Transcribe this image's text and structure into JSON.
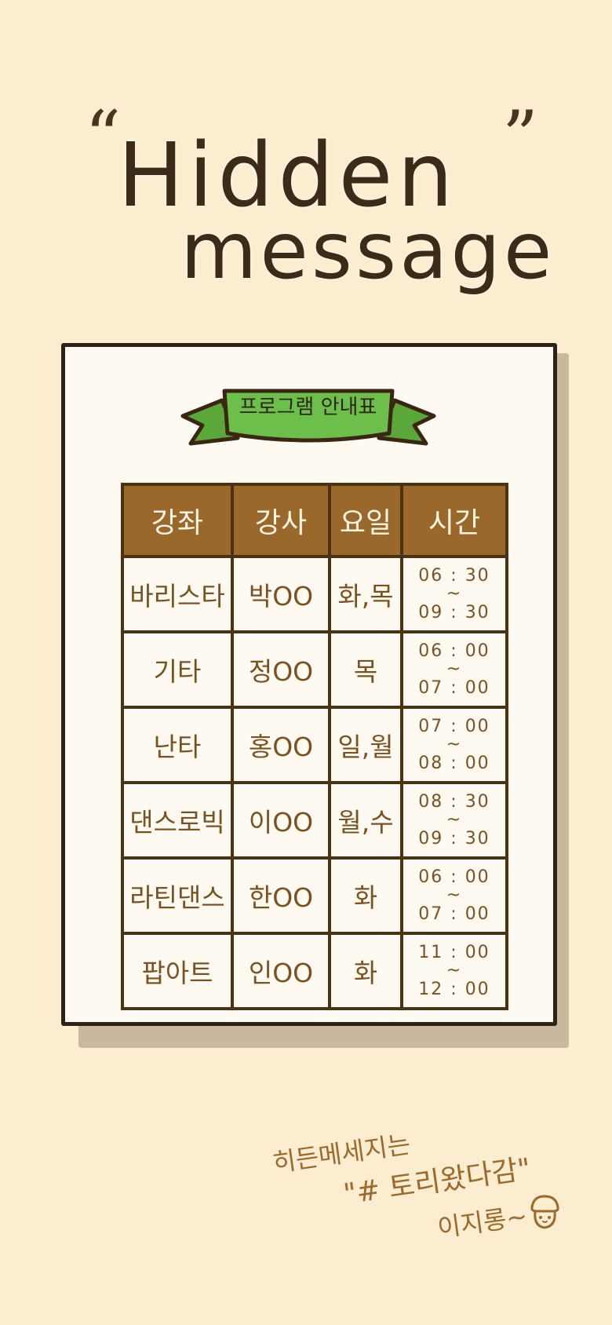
{
  "title": {
    "open_quote": "“",
    "close_quote": "”",
    "line1": "Hidden",
    "line2": "message"
  },
  "banner": {
    "label": "프로그램 안내표"
  },
  "schedule": {
    "headers": [
      "강좌",
      "강사",
      "요일",
      "시간"
    ],
    "rows": [
      {
        "course": "바리스타",
        "teacher": "박OO",
        "day": "화,목",
        "start": "06 : 30",
        "sep": "~",
        "end": "09 : 30"
      },
      {
        "course": "기타",
        "teacher": "정OO",
        "day": "목",
        "start": "06 : 00",
        "sep": "~",
        "end": "07 : 00"
      },
      {
        "course": "난타",
        "teacher": "홍OO",
        "day": "일,월",
        "start": "07 : 00",
        "sep": "~",
        "end": "08 : 00"
      },
      {
        "course": "댄스로빅",
        "teacher": "이OO",
        "day": "월,수",
        "start": "08 : 30",
        "sep": "~",
        "end": "09 : 30"
      },
      {
        "course": "라틴댄스",
        "teacher": "한OO",
        "day": "화",
        "start": "06 : 00",
        "sep": "~",
        "end": "07 : 00"
      },
      {
        "course": "팝아트",
        "teacher": "인OO",
        "day": "화",
        "start": "11 : 00",
        "sep": "~",
        "end": "12 : 00"
      }
    ]
  },
  "note": {
    "line1": "히든메세지는",
    "line2": "\"# 토리왔다감\"",
    "line3": "이지롱~"
  },
  "colors": {
    "background": "#fdedd0",
    "header_fill": "#9b682c",
    "ribbon_green": "#6cbf4a",
    "text_brown": "#7a5220"
  }
}
